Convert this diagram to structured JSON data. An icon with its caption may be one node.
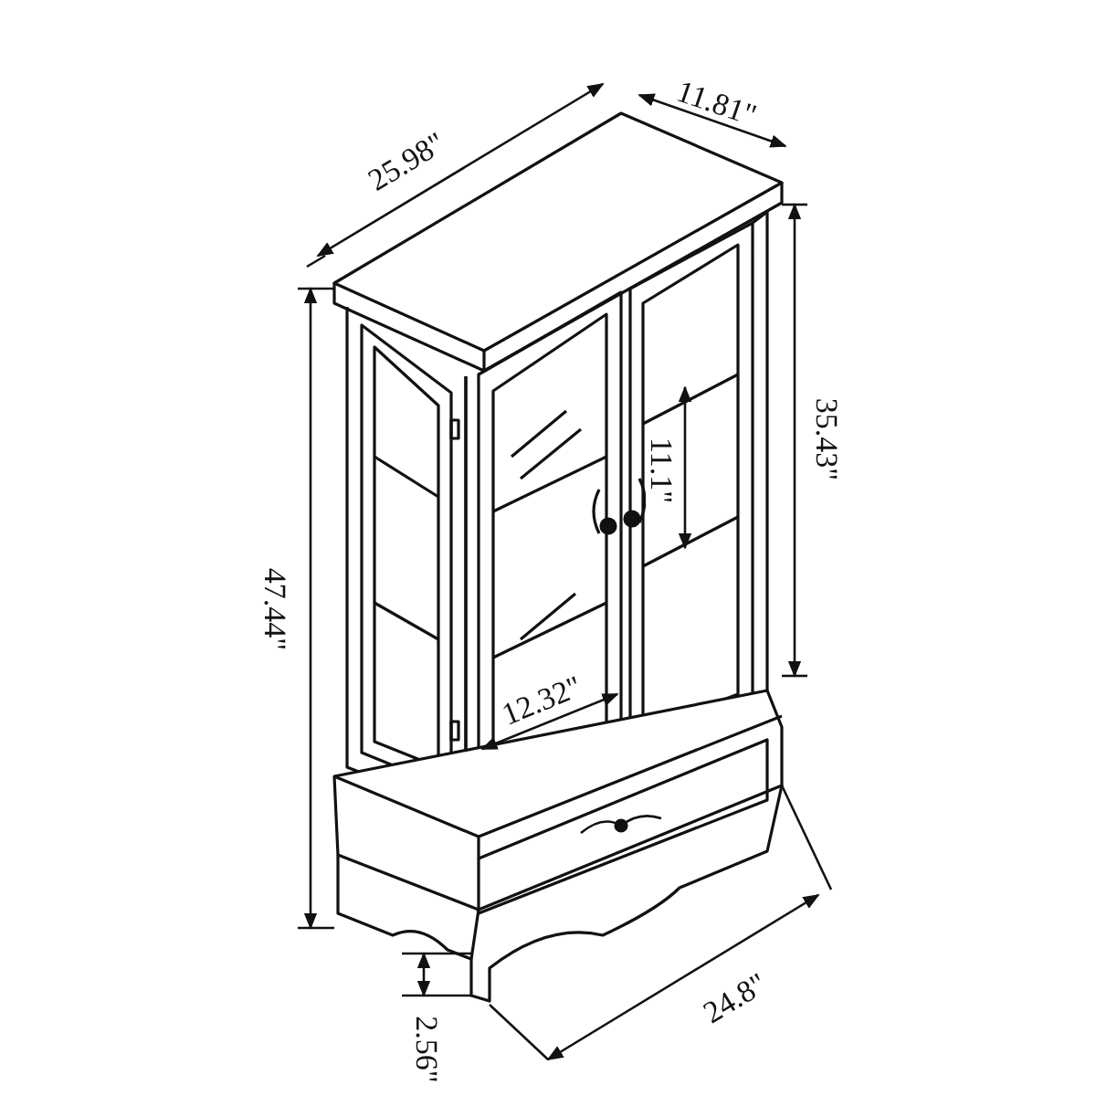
{
  "diagram": {
    "labels": [
      "25.98\"",
      "11.81\"",
      "35.43\"",
      "11.1\"",
      "47.44\"",
      "12.32\"",
      "24.8\"",
      "2.56\""
    ]
  }
}
